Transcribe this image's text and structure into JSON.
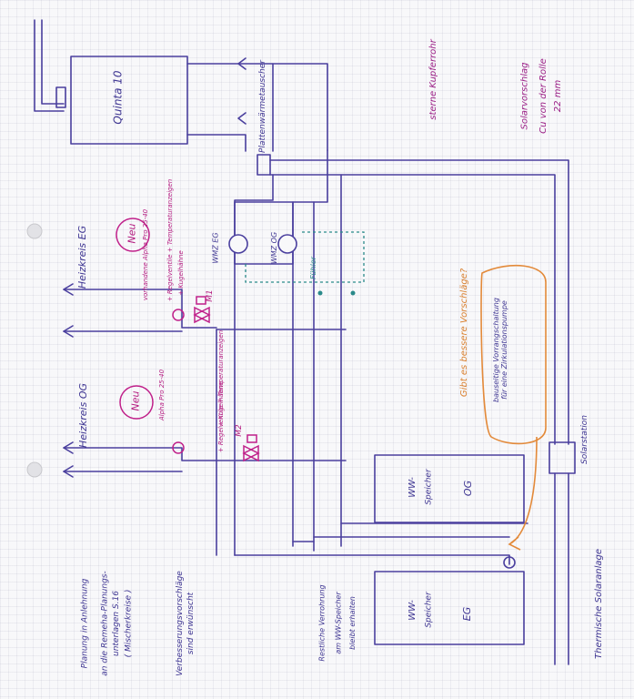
{
  "labels": {
    "quinta": "Quinta 10",
    "plattenwaermetauscher": "Plattenwärmetauscher",
    "sterne_kupfer": "sterne Kupferrohr",
    "solar_line1": "Solarvorschlag",
    "solar_line2": "Cu von der Rolle",
    "solar_line3": "22 mm",
    "heizkreis_eg": "Heizkreis EG",
    "heizkreis_og": "Heizkreis OG",
    "neu_1": "Neu",
    "neu_2": "Neu",
    "pump_eg_text1": "vorhandene Alpha Pro 25-40",
    "pump_eg_text2": "+ Regelventile + Temperaturanzeigen",
    "pump_eg_text3": "+ Kugelhähne",
    "mischer_1": "M1",
    "pump_og_text1": "Alpha Pro 25-40",
    "pump_og_text2": "+ Regelventile + Temperaturanzeigen",
    "pump_og_text3": "+ Kugelhähne",
    "mischer_2": "M2",
    "wmz_eg": "WMZ EG",
    "wmz_og": "WMZ OG",
    "fuehler": "Fühler",
    "question": "Gibt es bessere Vorschläge?",
    "speicher_og_1": "WW-",
    "speicher_og_2": "Speicher",
    "speicher_og_3": "OG",
    "speicher_eg_1": "WW-",
    "speicher_eg_2": "Speicher",
    "speicher_eg_3": "EG",
    "zirk_1": "bauseitige Vorrangschaltung",
    "zirk_2": "für eine Zirkulationspumpe",
    "solarstation": "Solarstation",
    "thermische_solar": "Thermische Solaranlage",
    "rueckstand_1": "Restliche Verrohrung",
    "rueckstand_2": "am WW-Speicher",
    "rueckstand_3": "bleibt erhalten",
    "planung_1": "Planung in Anlehnung",
    "planung_2": "an die Remeha-Planungs-",
    "planung_3": "unterlagen S.16",
    "planung_4": "( Mischerkreise )",
    "planung_5": "Verbesserungsvorschläge",
    "planung_6": "sind erwünscht"
  }
}
